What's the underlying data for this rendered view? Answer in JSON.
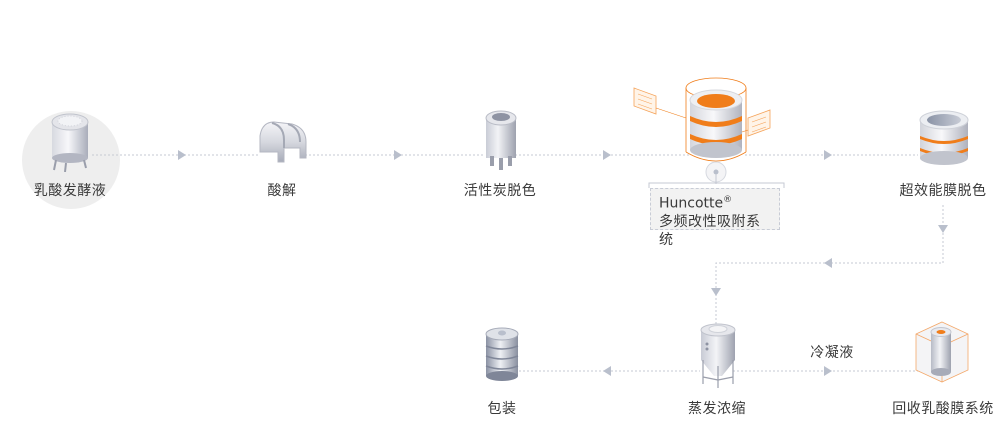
{
  "diagram": {
    "nodes": [
      {
        "id": "fermentation",
        "label": "乳酸发酵液",
        "icon": "fermentation-tank-icon",
        "highlighted": true
      },
      {
        "id": "acidolysis",
        "label": "酸解",
        "icon": "acidolysis-tank-icon"
      },
      {
        "id": "carbon",
        "label": "活性炭脱色",
        "icon": "carbon-column-icon"
      },
      {
        "id": "adsorption",
        "brand": "Huncotte",
        "brand_mark": "®",
        "label": "多频改性吸附系统",
        "icon": "adsorption-system-icon",
        "featured": true
      },
      {
        "id": "membrane",
        "label": "超效能膜脱色",
        "icon": "membrane-stack-icon"
      },
      {
        "id": "evaporation",
        "label": "蒸发浓缩",
        "icon": "evaporator-icon"
      },
      {
        "id": "packaging",
        "label": "包装",
        "icon": "keg-icon"
      },
      {
        "id": "recovery",
        "label": "回收乳酸膜系统",
        "icon": "recovery-membrane-icon"
      }
    ],
    "edges": [
      {
        "from": "fermentation",
        "to": "acidolysis"
      },
      {
        "from": "acidolysis",
        "to": "carbon"
      },
      {
        "from": "carbon",
        "to": "adsorption"
      },
      {
        "from": "adsorption",
        "to": "membrane"
      },
      {
        "from": "membrane",
        "to": "evaporation"
      },
      {
        "from": "evaporation",
        "to": "packaging"
      },
      {
        "from": "evaporation",
        "to": "recovery",
        "label": "冷凝液"
      }
    ],
    "colors": {
      "accent": "#f07d1a",
      "line": "#c5c9d3",
      "arrow": "#b9bfcc",
      "metal": "#c9ccd6",
      "highlight_bg": "#eeeeee"
    }
  }
}
